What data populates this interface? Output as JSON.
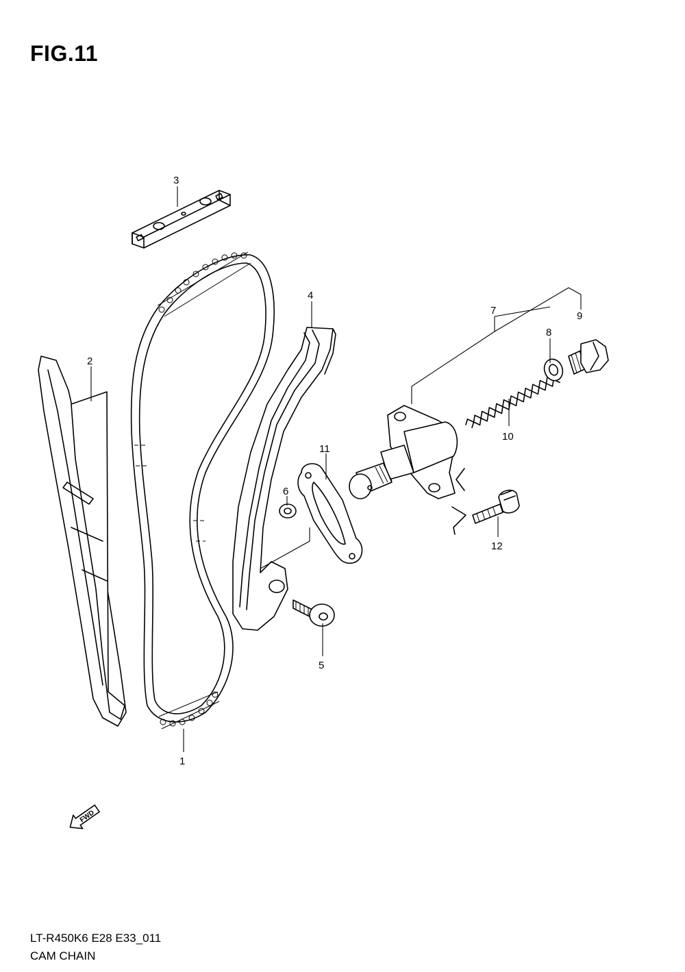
{
  "figure": {
    "title": "FIG.11",
    "model_code": "LT-R450K6 E28 E33_011",
    "group_name": "CAM CHAIN"
  },
  "fwd_badge": {
    "label": "FWD"
  },
  "callouts": {
    "p1": "1",
    "p2": "2",
    "p3": "3",
    "p4": "4",
    "p5": "5",
    "p6": "6",
    "p7": "7",
    "p8": "8",
    "p9": "9",
    "p10": "10",
    "p11": "11",
    "p12": "12"
  }
}
